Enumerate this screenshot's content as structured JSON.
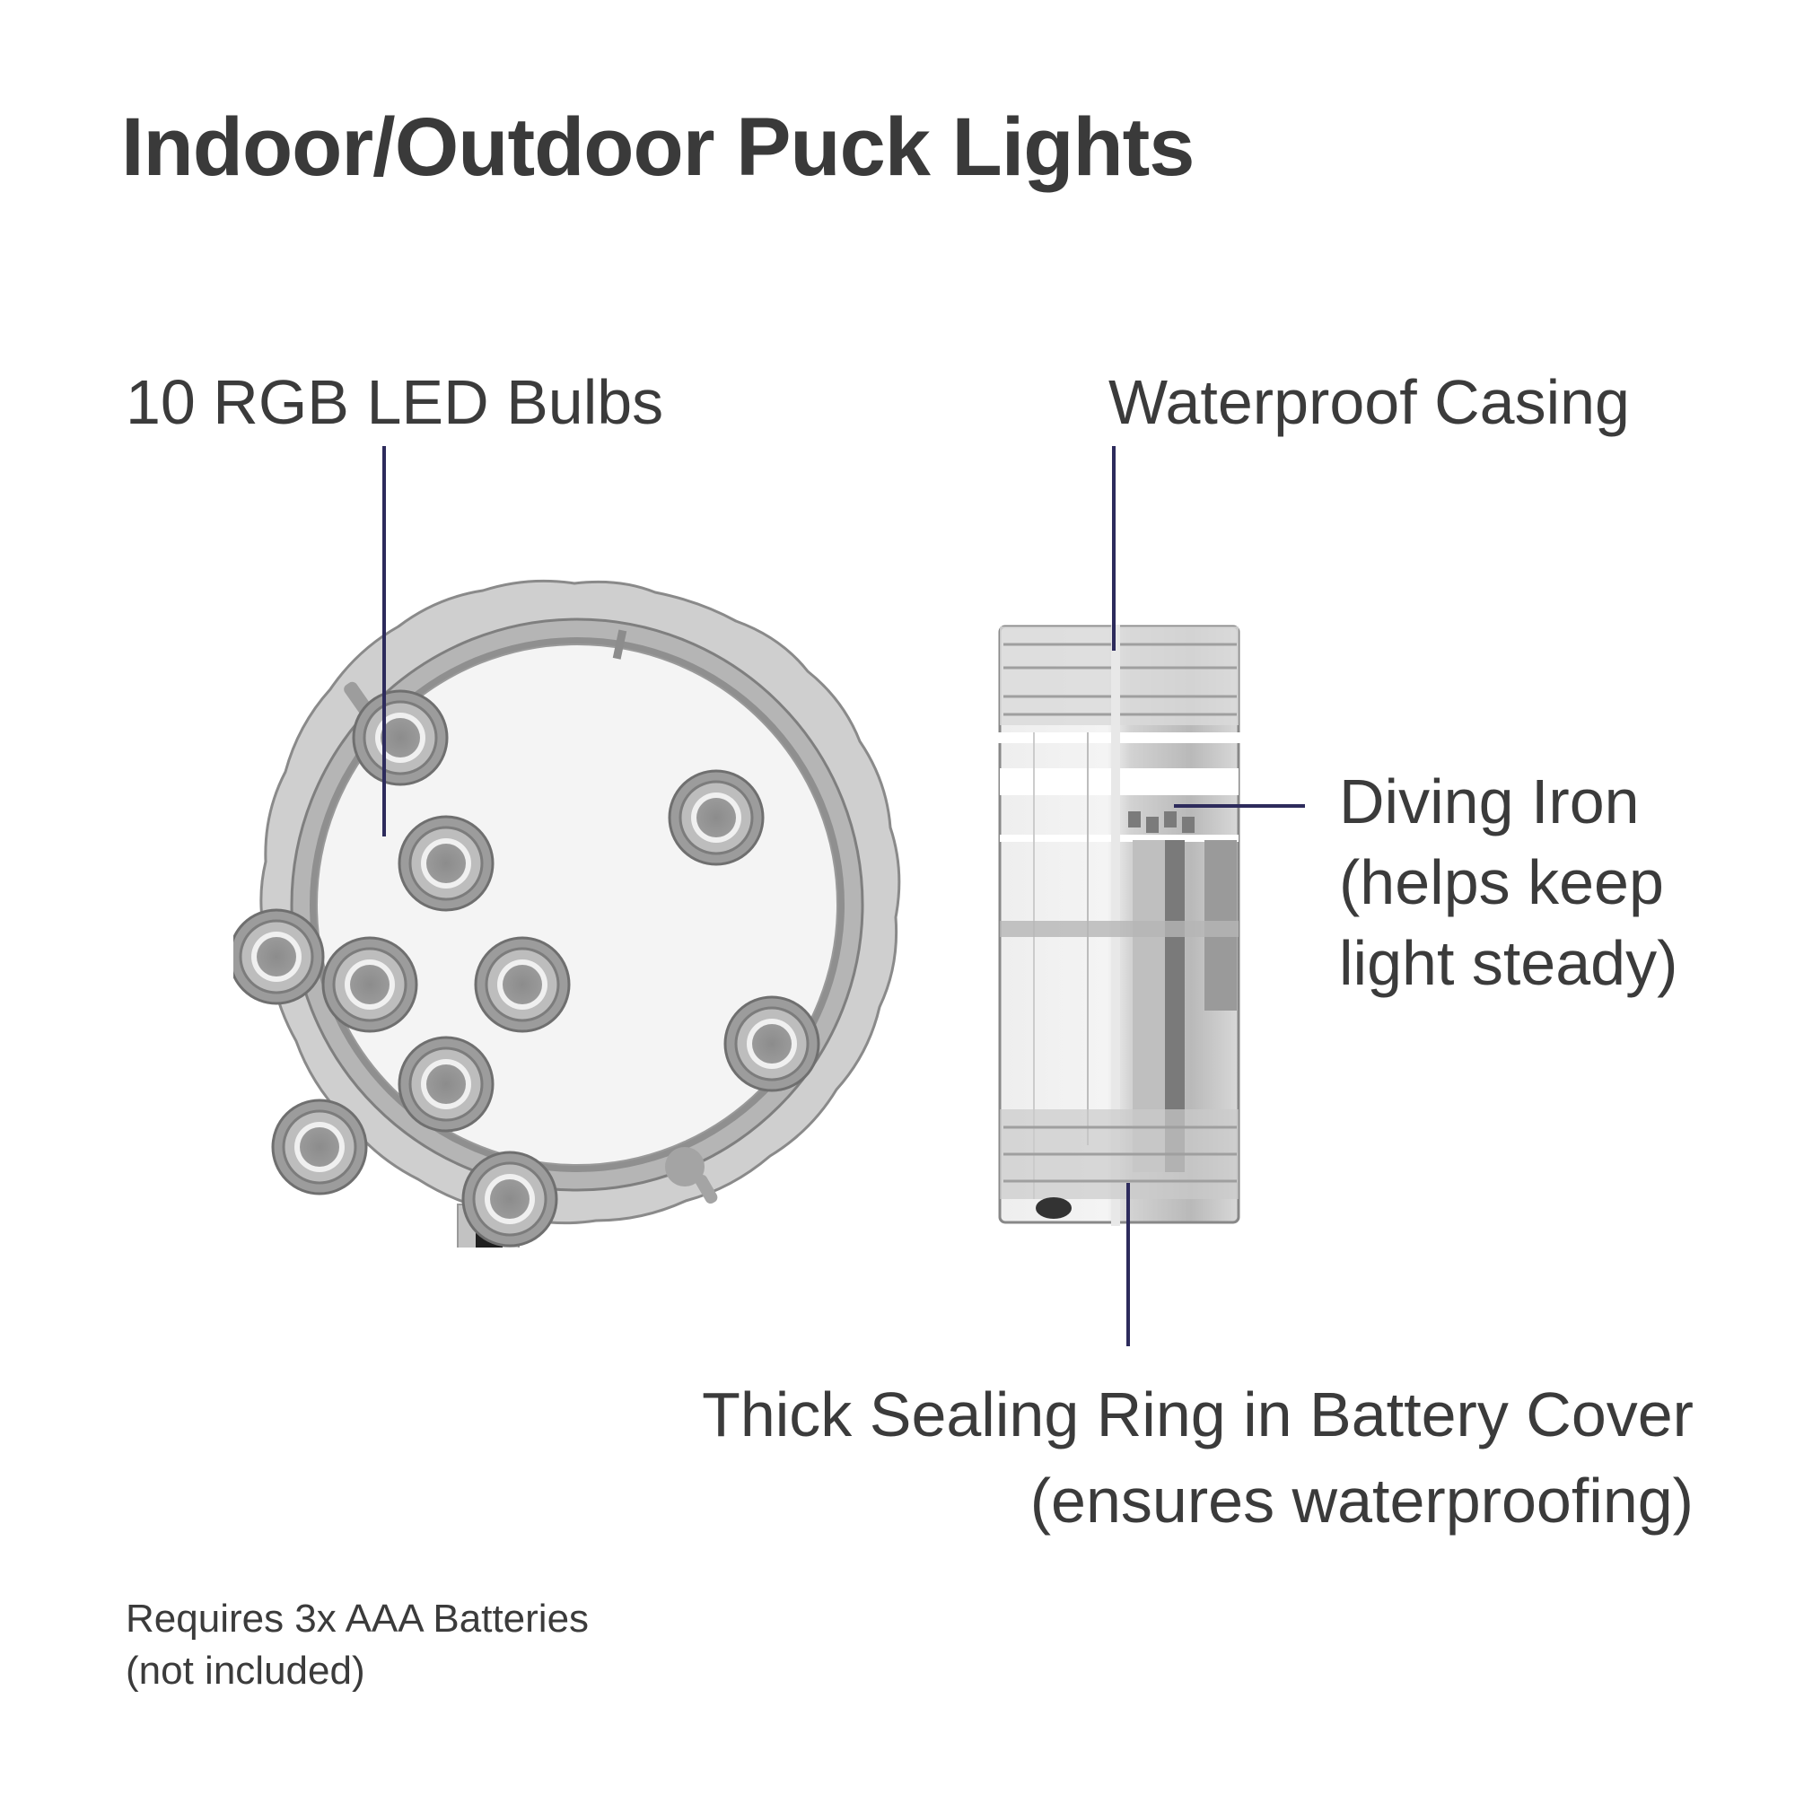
{
  "title": "Indoor/Outdoor Puck Lights",
  "callouts": {
    "bulbs": {
      "label": "10 RGB LED Bulbs"
    },
    "casing": {
      "label": "Waterproof Casing"
    },
    "diving_iron": {
      "lines": [
        "Diving Iron",
        "(helps keep",
        "light steady)"
      ]
    },
    "sealing_ring": {
      "lines": [
        "Thick Sealing Ring in Battery Cover",
        "(ensures waterproofing)"
      ]
    }
  },
  "footnote": {
    "lines": [
      "Requires 3x AAA Batteries",
      "(not included)"
    ]
  },
  "product": {
    "front_view": {
      "led_count": 10,
      "icon": "puck-light-front-view"
    },
    "side_view": {
      "icon": "puck-light-side-view"
    }
  },
  "colors": {
    "text": "#3b3b3b",
    "leader_line": "#2d2b5c",
    "background": "#ffffff"
  }
}
